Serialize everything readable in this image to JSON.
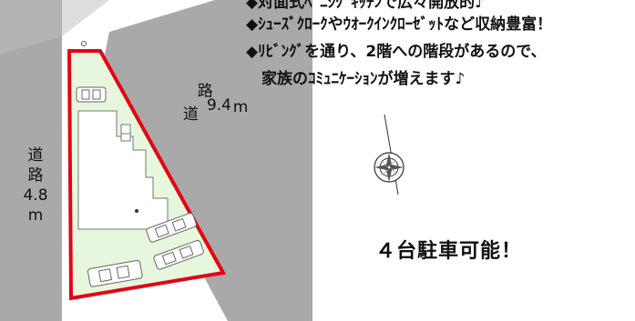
{
  "colors": {
    "road": "#a9a9a9",
    "lot_fill": "#e6f7de",
    "lot_border": "#e30613",
    "text": "#111111"
  },
  "notes": [
    "◆対面式ﾍﾞﾆｼｸﾞｷｯﾁﾝで広々開放的♪",
    "◆ｼｭｰｽﾞｸﾛｰｸやｳｵｰｸｲﾝｸﾛｰｾﾞｯﾄなど収納豊富！",
    "◆ﾘﾋﾞﾝｸﾞを通り、2階への階段があるので、",
    "　家族のｺﾐｭﾆｹｰｼｮﾝが増えます♪"
  ],
  "roads": {
    "left": {
      "chars": [
        "道",
        "路",
        "4.8",
        "m"
      ]
    },
    "right": {
      "chars": [
        "道",
        "路",
        "9.4",
        "m"
      ]
    }
  },
  "parking_note": "４台駐車可能！",
  "compass_icon": "compass-rose-icon",
  "car_icon": "car-icon"
}
